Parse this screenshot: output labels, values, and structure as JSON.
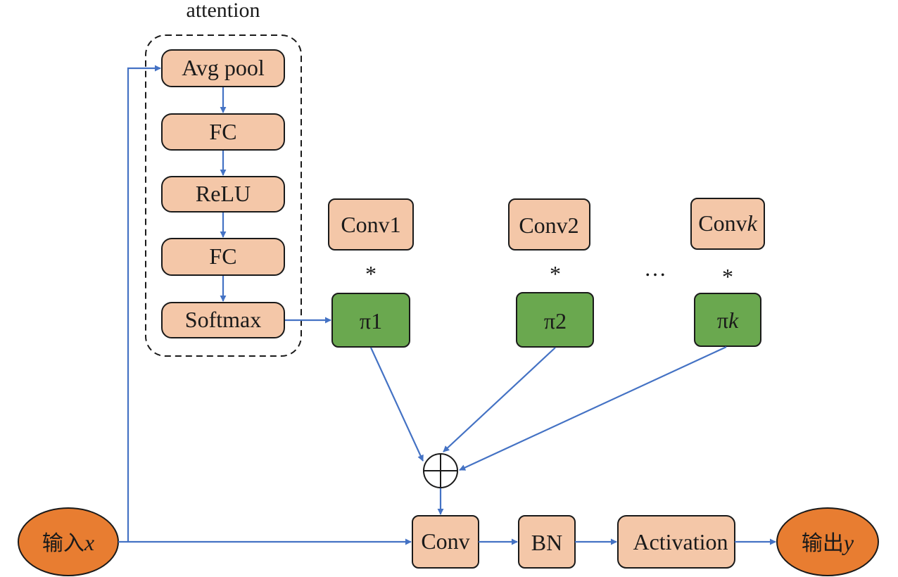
{
  "attention_group": {
    "title": "attention"
  },
  "attention_blocks": [
    "Avg pool",
    "FC",
    "ReLU",
    "FC",
    "Softmax"
  ],
  "kernels": [
    {
      "conv": "Conv",
      "index": "1",
      "star": "*",
      "weight": "π",
      "weight_index": "1"
    },
    {
      "conv": "Conv",
      "index": "2",
      "star": "*",
      "weight": "π",
      "weight_index": "2"
    },
    {
      "conv": "Conv",
      "index": "k",
      "star": "*",
      "weight": "π",
      "weight_index": "k"
    }
  ],
  "ellipsis": "…",
  "pipeline": {
    "conv": "Conv",
    "bn": "BN",
    "activation": "Activation"
  },
  "input": {
    "label": "输入",
    "var": "x"
  },
  "output": {
    "label": "输出",
    "var": "y"
  },
  "colors": {
    "box_fill": "#f4c7a8",
    "weight_fill": "#6aa84f",
    "terminal_fill": "#e87d31",
    "arrow": "#4472c4"
  }
}
